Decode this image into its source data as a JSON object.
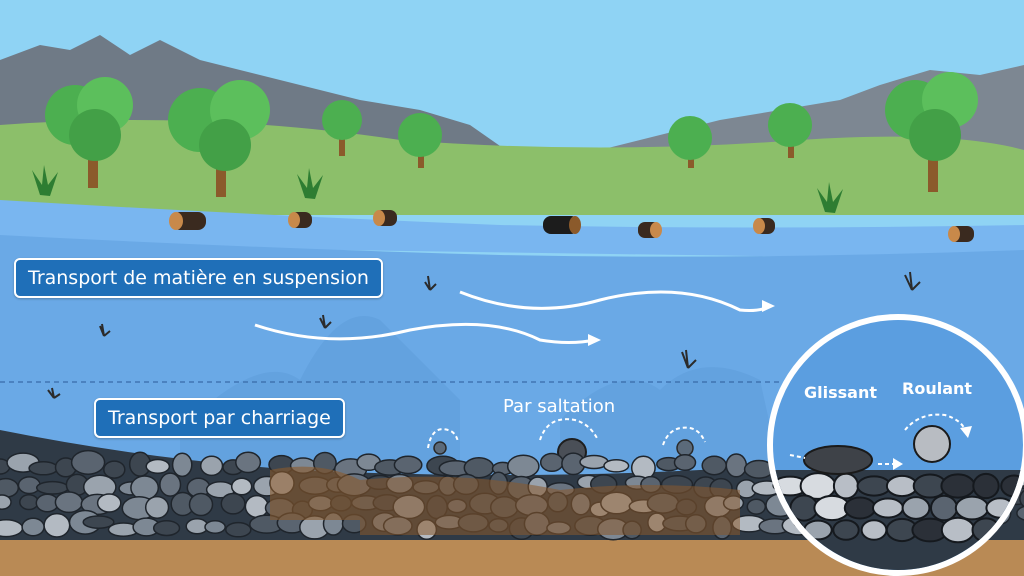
{
  "labels": {
    "suspension": "Transport de matière en suspension",
    "charriage": "Transport par charriage",
    "saltation": "Par saltation",
    "glissant": "Glissant",
    "roulant": "Roulant"
  },
  "colors": {
    "sky": "#8fd3f4",
    "water": "#6aa9e6",
    "label_box": "#1f6fb8",
    "grass": "#8cbf6a",
    "mountains": "#6f7a86",
    "soil": "#b98a55"
  },
  "icons": [
    "tree",
    "fern",
    "log",
    "twig",
    "pebble",
    "arrow"
  ]
}
